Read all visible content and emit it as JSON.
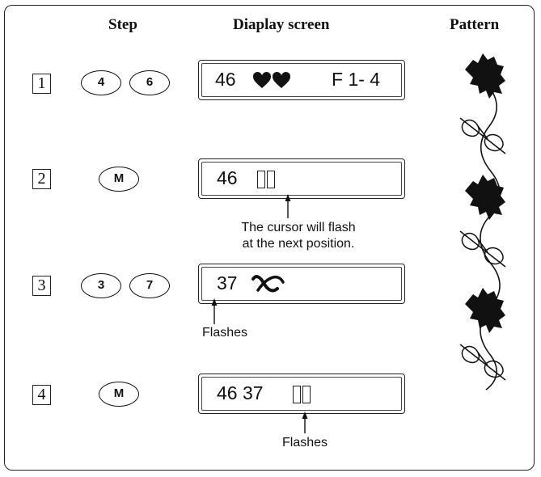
{
  "headers": {
    "step": "Step",
    "display": "Diaplay screen",
    "pattern": "Pattern"
  },
  "steps": [
    {
      "number": "1",
      "keys": [
        "4",
        "6"
      ],
      "display": {
        "code": "46",
        "right": "F 1- 4"
      }
    },
    {
      "number": "2",
      "keys": [
        "M"
      ],
      "display": {
        "code": "46"
      },
      "note_line1": "The cursor will flash",
      "note_line2": "at the next position."
    },
    {
      "number": "3",
      "keys": [
        "3",
        "7"
      ],
      "display": {
        "code": "37"
      },
      "note": "Flashes"
    },
    {
      "number": "4",
      "keys": [
        "M"
      ],
      "display": {
        "code": "46 37"
      },
      "note": "Flashes"
    }
  ],
  "icons": {
    "heart": "heart-icon",
    "stitch": "stitch-pattern-icon",
    "leaf": "leaf-pattern-icon"
  }
}
